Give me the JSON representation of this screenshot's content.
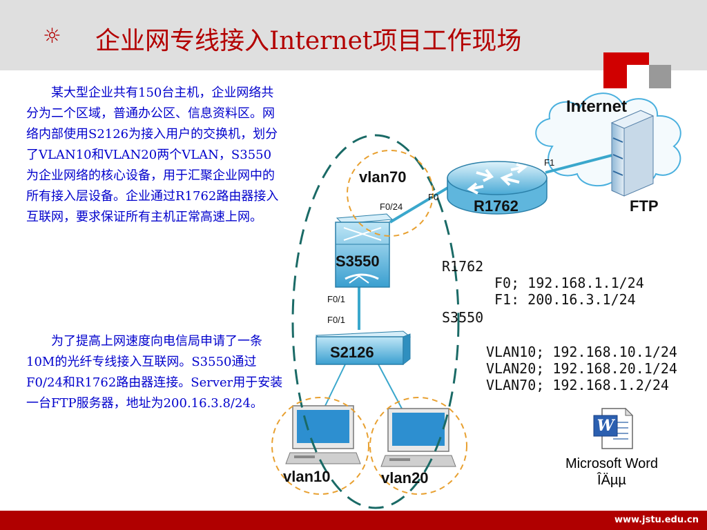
{
  "header": {
    "title": "企业网专线接入Internet项目工作现场",
    "bullet_icon": "sun-bullet-icon"
  },
  "body_text": {
    "paragraph1": "某大型企业共有150台主机，企业网络共分为二个区域，普通办公区、信息资料区。网络内部使用S2126为接入用户的交换机，划分了VLAN10和VLAN20两个VLAN，S3550为企业网络的核心设备，用于汇聚企业网中的所有接入层设备。企业通过R1762路由器接入互联网，要求保证所有主机正常高速上网。",
    "paragraph2": "为了提高上网速度向电信局申请了一条10M的光纤专线接入互联网。S3550通过F0/24和R1762路由器连接。Server用于安装一台FTP服务器，地址为200.16.3.8/24。"
  },
  "diagram": {
    "internet_label": "Internet",
    "ftp_label": "FTP",
    "router_label": "R1762",
    "core_switch_label": "S3550",
    "access_switch_label": "S2126",
    "vlan70_label": "vlan70",
    "vlan10_label": "vlan10",
    "vlan20_label": "vlan20",
    "port_f1": "F1",
    "port_f0": "F0",
    "port_f0_24": "F0/24",
    "port_f0_1_top": "F0/1",
    "port_f0_1_bottom": "F0/1"
  },
  "config": {
    "router_title": "R1762",
    "router_f0": "F0; 192.168.1.1/24",
    "router_f1": "F1: 200.16.3.1/24",
    "switch_title": "S3550",
    "vlan10": "VLAN10; 192.168.10.1/24",
    "vlan20": "VLAN20; 192.168.20.1/24",
    "vlan70": "VLAN70; 192.168.1.2/24"
  },
  "attachment": {
    "icon": "word-document-icon",
    "label_line1": "Microsoft Word",
    "label_line2": "ÎÄµµ"
  },
  "footer": {
    "url": "www.jstu.edu.cn"
  },
  "colors": {
    "title_red": "#b30000",
    "text_blue": "#0000cc",
    "header_gray": "#dfdfdf",
    "footer_red": "#b00000",
    "link_cyan": "#3aa7cc",
    "dash_teal": "#1a6a66",
    "dash_orange": "#e8a030"
  }
}
